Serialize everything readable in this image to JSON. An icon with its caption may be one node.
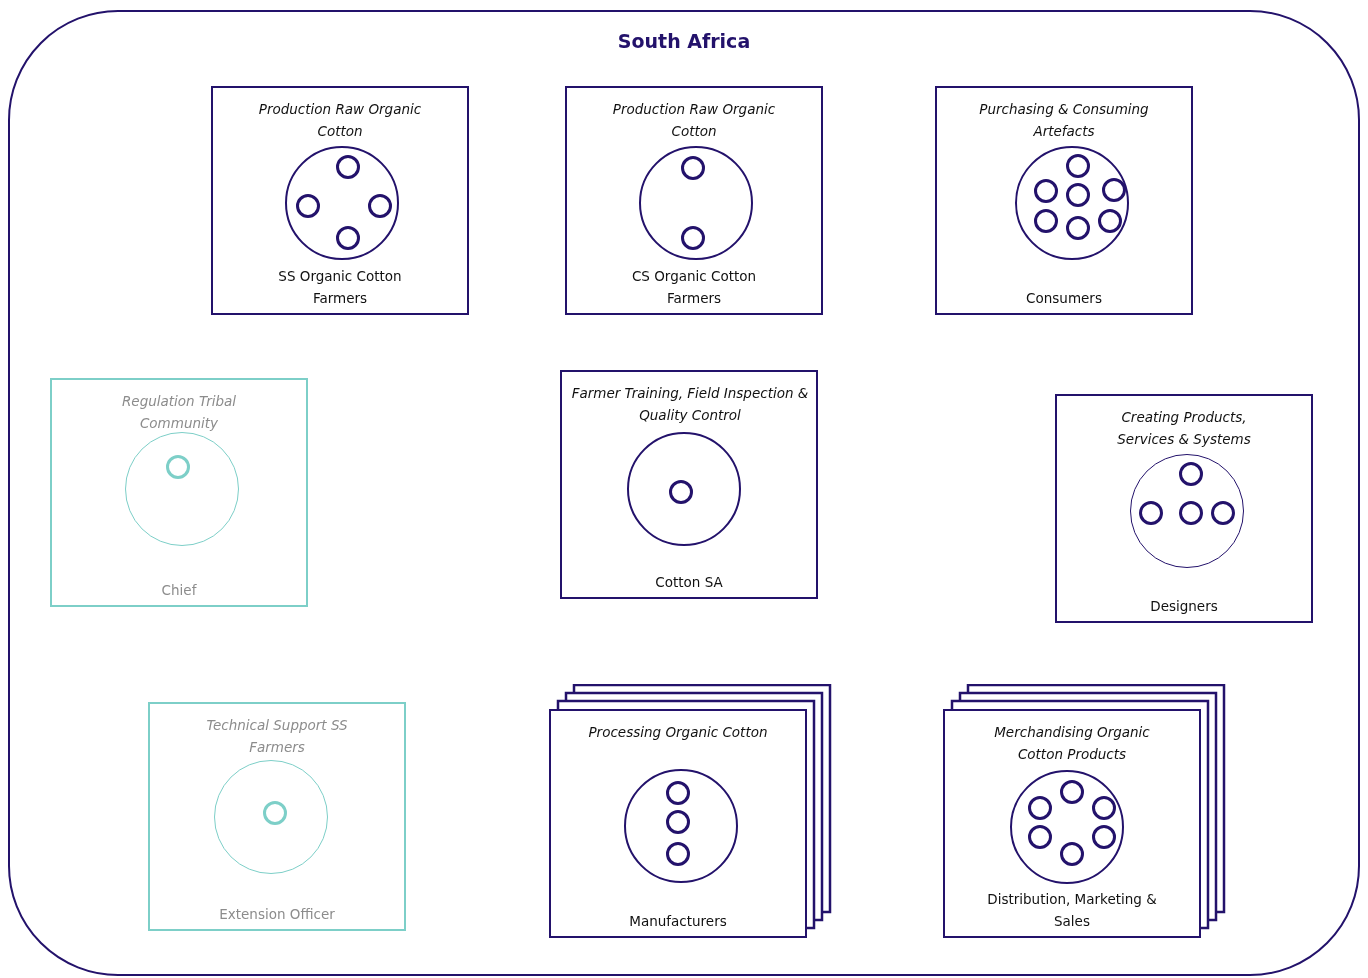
{
  "diagram": {
    "nodes": [
      {
        "text": [
          "South Africa"
        ]
      },
      {
        "text": [
          "Production Raw Organic Cotton",
          "SS Organic Cotton Farmers"
        ],
        "in": 0
      },
      {
        "text": [],
        "shape": "circle",
        "in": 1
      },
      {
        "text": [],
        "shape": "circle",
        "in": 2
      },
      {
        "text": [],
        "shape": "circle",
        "in": 2
      },
      {
        "text": [],
        "shape": "circle",
        "in": 2
      },
      {
        "text": [],
        "shape": "circle",
        "in": 2
      },
      {
        "text": [
          "Production Raw Organic Cotton",
          "CS Organic Cotton Farmers"
        ],
        "in": 0
      },
      {
        "text": [],
        "shape": "circle",
        "in": 7
      },
      {
        "text": [],
        "shape": "circle",
        "in": 8
      },
      {
        "text": [],
        "shape": "circle",
        "in": 8
      },
      {
        "text": [
          "Purchasing & Consuming Artefacts",
          "Consumers"
        ],
        "in": 0
      },
      {
        "text": [],
        "shape": "circle",
        "in": 11
      },
      {
        "text": [],
        "shape": "circle",
        "in": 12
      },
      {
        "text": [],
        "shape": "circle",
        "in": 12
      },
      {
        "text": [],
        "shape": "circle",
        "in": 12
      },
      {
        "text": [],
        "shape": "circle",
        "in": 12
      },
      {
        "text": [],
        "shape": "circle",
        "in": 12
      },
      {
        "text": [],
        "shape": "circle",
        "in": 12
      },
      {
        "text": [],
        "shape": "circle",
        "in": 12
      },
      {
        "text": [
          "Regulation Tribal Community",
          "Chief"
        ],
        "in": 0
      },
      {
        "text": [],
        "shape": "circle",
        "in": 20
      },
      {
        "text": [],
        "shape": "circle",
        "in": 21
      },
      {
        "text": [
          "Farmer Training, Field Inspection & Quality Control",
          "Cotton SA"
        ],
        "in": 0
      },
      {
        "text": [],
        "shape": "circle",
        "in": 23
      },
      {
        "text": [],
        "shape": "circle",
        "in": 24
      },
      {
        "text": [
          "Creating Products, Services & Systems",
          "Designers"
        ],
        "in": 0
      },
      {
        "text": [],
        "shape": "circle",
        "in": 26
      },
      {
        "text": [],
        "shape": "circle",
        "in": 27
      },
      {
        "text": [],
        "shape": "circle",
        "in": 27
      },
      {
        "text": [],
        "shape": "circle",
        "in": 27
      },
      {
        "text": [],
        "shape": "circle",
        "in": 27
      },
      {
        "text": [
          "Technical Support SS Farmers",
          "Extension Officer"
        ],
        "in": 0
      },
      {
        "text": [],
        "shape": "circle",
        "in": 32
      },
      {
        "text": [],
        "shape": "circle",
        "in": 33
      },
      {
        "text": [
          "Processing Organic Cotton",
          "Manufacturers"
        ],
        "in": 0
      },
      {
        "text": [],
        "shape": "circle",
        "in": 35
      },
      {
        "text": [],
        "shape": "circle",
        "in": 36
      },
      {
        "text": [],
        "shape": "circle",
        "in": 36
      },
      {
        "text": [],
        "shape": "circle",
        "in": 36
      },
      {
        "text": [
          "Merchandising Organic Cotton Products",
          "Distribution, Marketing & Sales"
        ],
        "in": 0
      },
      {
        "text": [],
        "shape": "circle",
        "in": 40
      },
      {
        "text": [],
        "shape": "circle",
        "in": 41
      },
      {
        "text": [],
        "shape": "circle",
        "in": 41
      },
      {
        "text": [],
        "shape": "circle",
        "in": 41
      },
      {
        "text": [],
        "shape": "circle",
        "in": 41
      },
      {
        "text": [],
        "shape": "circle",
        "in": 41
      },
      {
        "text": [],
        "shape": "circle",
        "in": 41
      }
    ],
    "edges": []
  }
}
